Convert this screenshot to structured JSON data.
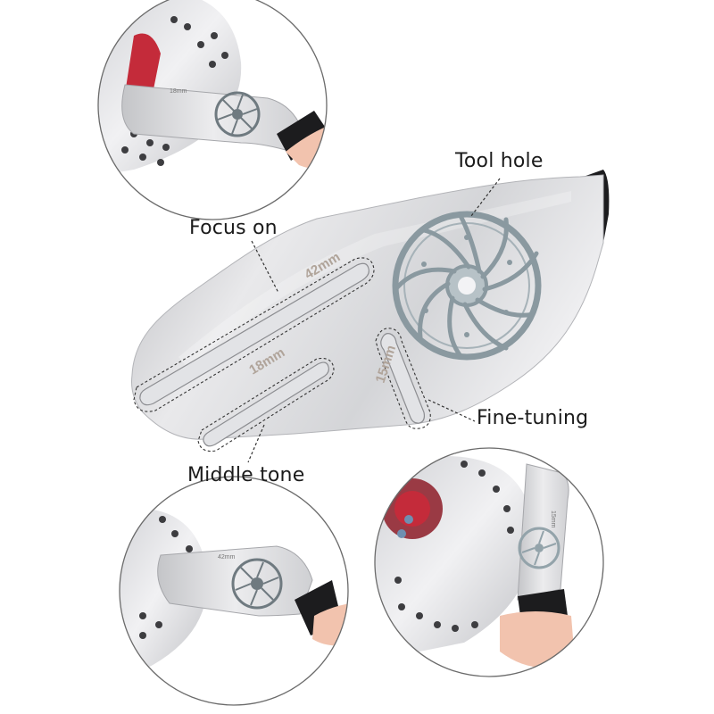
{
  "callouts": {
    "tool_hole": "Tool hole",
    "focus_on": "Focus on",
    "fine_tuning": "Fine-tuning",
    "middle_tone": "Middle tone"
  },
  "slot_labels": {
    "slot_42": "42mm",
    "slot_18": "18mm",
    "slot_15": "15mm"
  },
  "inset_slot_labels": {
    "top_left": "18mm",
    "bottom_left": "42mm",
    "bottom_right": "15mm"
  },
  "colors": {
    "steel_light": "#e7e7e9",
    "steel_mid": "#c9cacd",
    "steel_dark": "#a9abaf",
    "handle_black": "#1c1c1e",
    "rotor_print": "#8a99a0",
    "hub_red": "#c42b3a",
    "skin": "#f2c3ae",
    "inset_border": "#6b6b6b",
    "dashed_guide": "#333333"
  }
}
